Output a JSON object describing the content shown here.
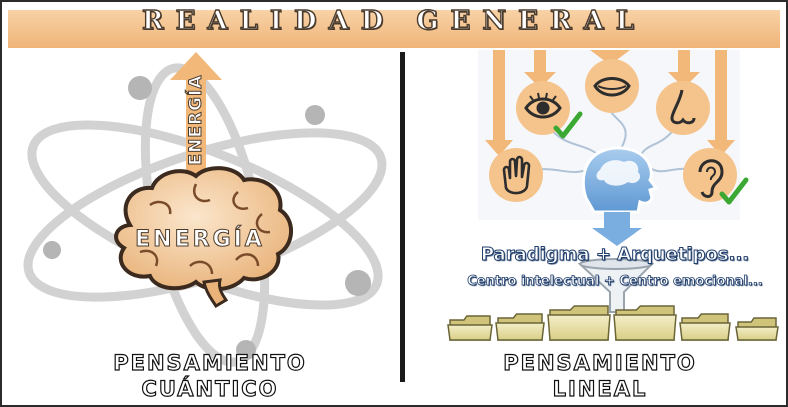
{
  "banner": {
    "title": "REALIDAD GENERAL"
  },
  "left_panel": {
    "arrow_label": "ENERGÍA",
    "brain_label": "ENERGÍA",
    "title_line1": "PENSAMIENTO",
    "title_line2": "CUÁNTICO"
  },
  "right_panel": {
    "paradigm_text": "Paradigma + Arquetipos...",
    "centers_text": "Centro intelectual + Centro emocional...",
    "title_line1": "PENSAMIENTO",
    "title_line2": "LINEAL",
    "senses": [
      "eye-icon",
      "mouth-icon",
      "nose-icon",
      "hand-icon",
      "ear-icon"
    ],
    "checked_senses": [
      "eye-icon",
      "ear-icon"
    ],
    "folders_count": 6
  },
  "colors": {
    "accent_orange": "#f5c48c",
    "arrow_orange": "#f1b879",
    "head_blue": "#7aaee0",
    "check_green": "#3aa832",
    "folder_yellow": "#e9e1a2",
    "atom_gray": "#b8b8b8"
  }
}
